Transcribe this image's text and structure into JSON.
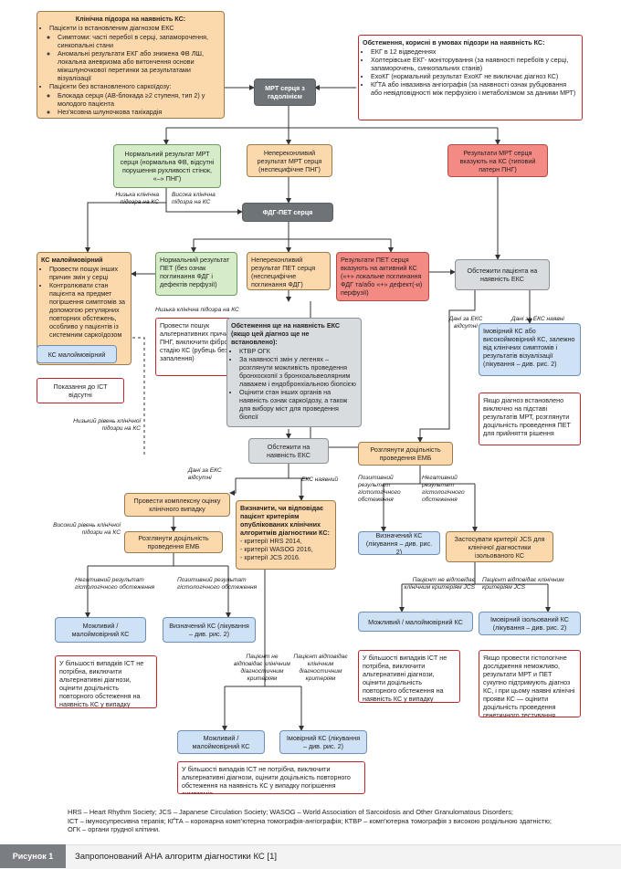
{
  "box1": {
    "title": "Клінічна підозра на наявність КС:",
    "items": [
      {
        "text": "Пацієнти із встановленим діагнозом ЕКС",
        "sub": [
          "Симптоми: часті перебої в серці, запаморочення, синкопальні стани",
          "Аномальні результати ЕКГ або знижена ФВ ЛШ, локальна аневризма або витончення основи міжшлуночкової перетинки за результатами візуалізації"
        ]
      },
      {
        "text": "Пацієнти без встановленого саркоїдозу:",
        "sub": [
          "Блокада серця (АВ-блокада ≥2 ступеня, тип 2) у молодого пацієнта",
          "Нез'ясовна шлуночкова тахікардія"
        ]
      }
    ]
  },
  "box2": {
    "title": "Обстеження, корисні в умовах підозри на наявність КС:",
    "items": [
      "ЕКГ в 12 відведеннях",
      "Холтерівське ЕКГ- моніторування (за наявності перебоїв у серці, запаморочень, синкопальних станів)",
      "ЕхоКГ (нормальний результат ЕхоКГ не виключає діагноз КС)",
      "КҐТА або інвазивна ангіографія (за наявності ознак рубцювання або невідповідності між перфузією і метаболізмом за даними МРТ)"
    ]
  },
  "mri": "МРТ серця з гадолінієм",
  "mri_normal": "Нормальний результат МРТ серця (нормальна ФВ, відсутні порушення рухливості стінок, «–» ПНГ)",
  "mri_uncertain": "Непереконливий результат МРТ серця (неспецифічне ПНГ)",
  "mri_positive": "Результати МРТ серця вказують на КС (типовий патерн ПНГ)",
  "lbl_low1": "Низька клінічна підозра на КС",
  "lbl_high1": "Висока клінічна підозра на КС",
  "pet": "ФДГ-ПЕТ серця",
  "cs_unlikely_box": {
    "title": "КС малоймовірний",
    "items": [
      "Провести пошук інших причин змін у серці",
      "Контролювати стан пацієнта на предмет погіршення симптомів за допомогою регулярних повторних обстежень, особливо у пацієнтів із системним саркоїдозом"
    ]
  },
  "pet_normal": "Нормальний результат ПЕТ (без ознак поглинання ФДГ і дефектів перфузії)",
  "pet_uncertain": "Непереконливий результат ПЕТ серця (неспецифічне поглинання ФДГ)",
  "pet_positive": "Результати ПЕТ серця вказують на активний КС («+» локальне поглинання ФДГ та/або «+» дефект(-и) перфузії)",
  "examine_eks1": "Обстежити пацієнта на наявність ЕКС",
  "lbl_low_pet": "Низька клінічна підозра на КС",
  "search_other": "Провести пошук альтернативних причин ПНГ, виключити фіброзну стадію КС (рубець без запалення)",
  "lbl_eks_absent1": "Дані за ЕКС відсутні",
  "lbl_eks_present1": "Дані за ЕКС наявні",
  "probable_box": "Імовірний КС або високоймовірний КС, залежно від клінічних симптомів і результатів візуалізації (лікування – див. рис. 2)",
  "gray_box": {
    "title": "Обстеження ще на наявність ЕКС (якщо цей діагноз ще не встановлено):",
    "items": [
      "КТВР ОГК",
      "За наявності змін у легенях – розглянути можливість проведення бронхоскопії з бронхоальвеолярним лаважем і ендобронхіальною біопсією",
      "Оцінити стан інших органів на наявність ознак саркоїдозу, а також для вибору міст для проведення біопсії"
    ]
  },
  "cs_unlikely_small": "КС малоймовірний",
  "ict_not_indicated": "Показання до ІСТ відсутні",
  "note_diag_mri": "Якщо діагноз встановлено виключно на підставі результатів МРТ, розглянути доцільність проведення ПЕТ для прийняття рішення",
  "lbl_low_level": "Низький рівень клінічної підозри на КС",
  "examine_eks2": "Обстежити на наявність ЕКС",
  "consider_emb1": "Розглянути доцільність проведення ЕМБ",
  "lbl_eks_absent2": "Дані за ЕКС відсутні",
  "lbl_eks_present2": "ЕКС наявний",
  "lbl_pos_hist": "Позитивний результат гістологічного обстеження",
  "lbl_neg_hist": "Негативний результат гістологічного обстеження",
  "clinical_assessment": "Провести комплексну оцінку клінічного випадку",
  "criteria_box": {
    "title": "Визначити, чи відповідає пацієнт критеріям опублікованих клінічних алгоритмів діагностики КС:",
    "items": [
      "критерії HRS 2014,",
      "критерії WASOG 2016,",
      "критерії JCS 2016."
    ]
  },
  "definite_cs1": "Визначений КС (лікування – див. рис. 2)",
  "jcs_box": "Застосувати критерії JCS для клінічної діагностики ізольованого КС",
  "lbl_high_level": "Високий рівень клінічної підозри на КС",
  "consider_emb2": "Розглянути доцільність проведення ЕМБ",
  "lbl_jcs_no": "Пацієнт не відповідає клінічним критеріям JCS",
  "lbl_jcs_yes": "Пацієнт відповідає клінічним критеріям JCS",
  "lbl_neg_hist2": "Негативний результат гістологічного обстеження",
  "lbl_pos_hist2": "Позитивний результат гістологічного обстеження",
  "possible1": "Можливий / малоймовірний КС",
  "definite_cs2": "Визначений КС (лікування – див. рис. 2)",
  "possible2": "Можливий / малоймовірний КС",
  "probable_isolated": "Імовірний ізольований КС (лікування – див. рис. 2)",
  "lbl_crit_no": "Пацієнт не відповідає клінічним діагностичним критеріям",
  "lbl_crit_yes": "Пацієнт відповідає клінічним діагностичним критеріям",
  "note_ist1": "У більшості випадків ІСТ не потрібна, виключити альтернативні діагнози, оцінити доцільність повторного обстеження на наявність КС у випадку погіршення симптомів",
  "note_ist2": "У більшості випадків ІСТ не потрібна, виключити альтернативні діагнози, оцінити доцільність повторного обстеження на наявність КС у випадку погіршення симптомів",
  "note_genetic": "Якщо провести гістологічне дослідження неможливо, результати МРТ и ПЕТ сукупно підтримують діагноз КС, і при цьому наявні клінічні прояви КС — оцінити доцільність проведення генетичного тестування",
  "possible3": "Можливий / малоймовірний КС",
  "probable3": "Імовірний КС (лікування – див. рис. 2)",
  "note_ist3": "У більшості випадків ІСТ не потрібна, виключити альтернативні діагнози, оцінити доцільність повторного обстеження на наявність КС у випадку погіршення симптомів",
  "abbr1": "HRS – Heart Rhythm Society; JCS – Japanese Circulation Society; WASOG – World Association of Sarcoidosis and Other Granulomatous Disorders;",
  "abbr2": "ІСТ – імуносупресивна терапія; КҐТА – коронарна комп’ютерна томографія-ангіографія; КТВР – комп’ютерна томографія з високою роздільною здатністю;",
  "abbr3": "ОГК – органи грудної клітини.",
  "fig_tag": "Рисунок 1",
  "fig_caption": "Запропонований АНА алгоритм діагностики КС [1]",
  "colors": {
    "orange": "#fcd9ad",
    "green": "#d6ecc9",
    "red": "#f48a84",
    "gray": "#d9dcdf",
    "blue": "#cfe1f5",
    "dark": "#6e7378",
    "note_border": "#c0262c"
  }
}
